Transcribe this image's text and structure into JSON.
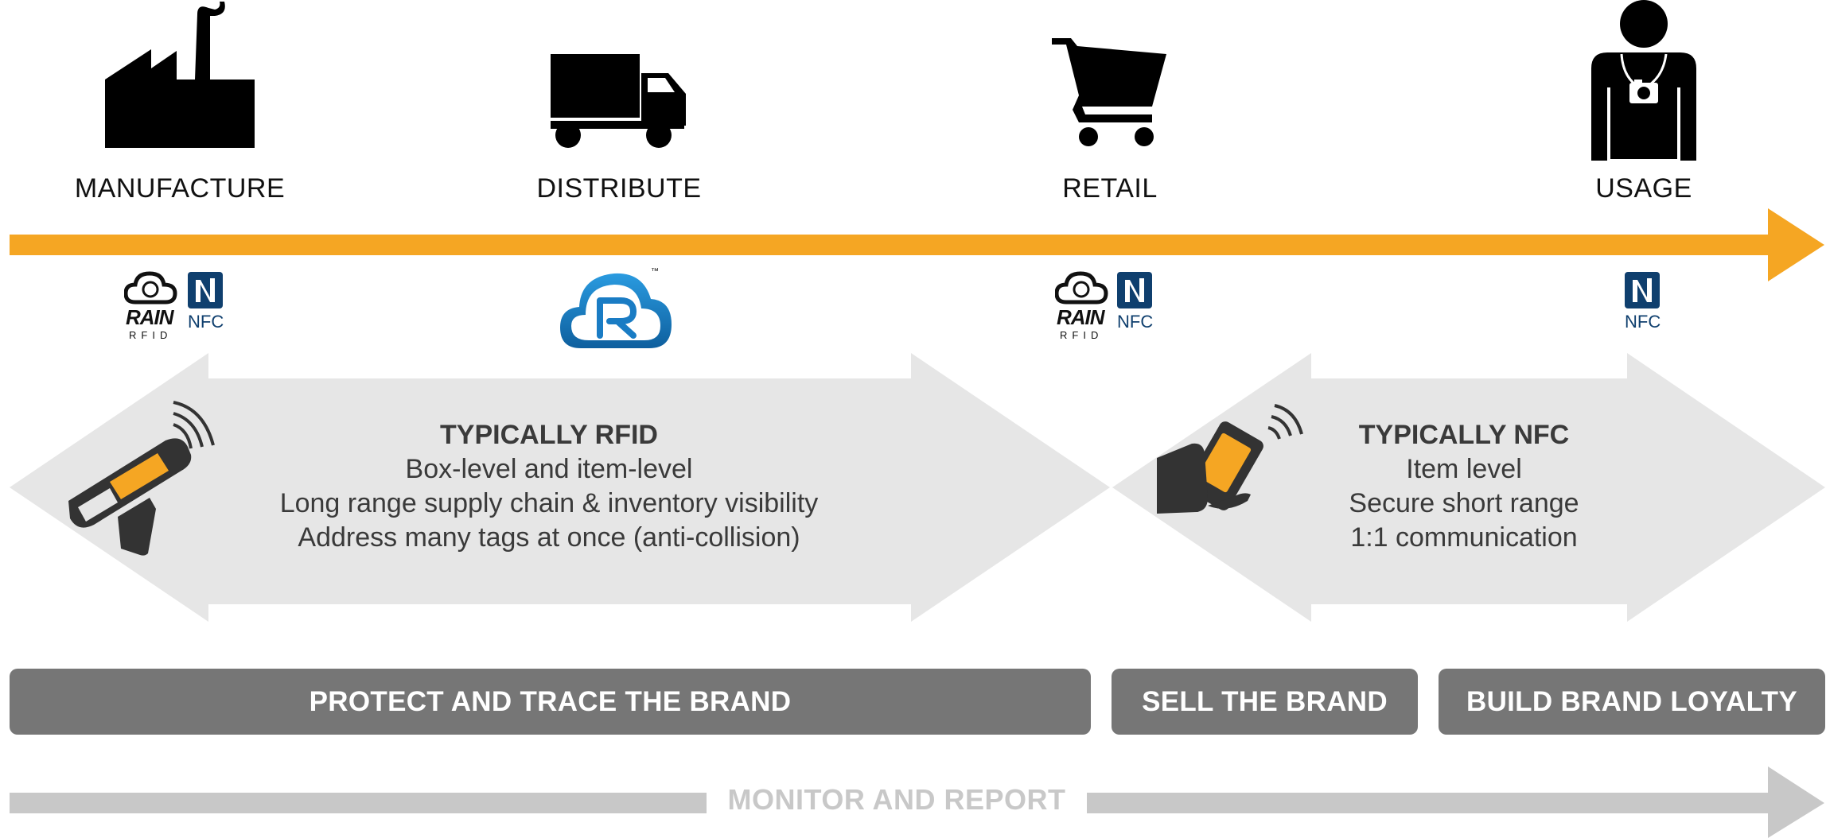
{
  "stages": [
    {
      "label": "MANUFACTURE",
      "icon": "factory-icon"
    },
    {
      "label": "DISTRIBUTE",
      "icon": "truck-icon"
    },
    {
      "label": "RETAIL",
      "icon": "shopping-cart-icon"
    },
    {
      "label": "USAGE",
      "icon": "person-with-camera-icon"
    }
  ],
  "logos": {
    "rain_word": "RAIN",
    "rfid_word": "RFID",
    "nfc_word": "NFC",
    "tm": "™"
  },
  "rfid_block": {
    "heading": "TYPICALLY RFID",
    "lines": [
      "Box-level and item-level",
      "Long range supply chain & inventory visibility",
      "Address many tags at once (anti-collision)"
    ]
  },
  "nfc_block": {
    "heading": "TYPICALLY NFC",
    "lines": [
      "Item level",
      "Secure short range",
      "1:1 communication"
    ]
  },
  "bars": {
    "protect": "PROTECT AND TRACE THE BRAND",
    "sell": "SELL THE BRAND",
    "loyalty": "BUILD BRAND LOYALTY"
  },
  "monitor": "MONITOR AND REPORT",
  "colors": {
    "timeline": "#f5a623",
    "block_bg": "#e6e6e6",
    "bar_bg": "#767676",
    "monitor_arrow": "#c8c8c8",
    "nfc_blue": "#0f3f6e",
    "cloud_blue": "#1a7cc4",
    "accent_orange": "#f5a623"
  }
}
